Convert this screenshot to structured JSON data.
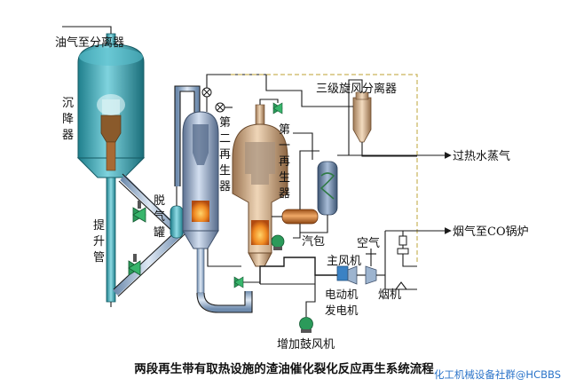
{
  "colors": {
    "settler": "#3aa9b8",
    "regen1": "#c9a27a",
    "regen2": "#8fa6c4",
    "fire": "#e8741e",
    "pipe": "#9fb8d6",
    "valve": "#2b9a5a",
    "drum": "#c86f2a",
    "dashed_line": "#c9b45a",
    "watermark": "#2b74c9"
  },
  "labels": {
    "oil_gas_to_separator": "油气至分离器",
    "settler": [
      "沉",
      "降",
      "器"
    ],
    "riser": [
      "提",
      "升",
      "管"
    ],
    "degassing_tank": [
      "脱",
      "气",
      "罐"
    ],
    "second_regenerator": [
      "第",
      "二",
      "再",
      "生",
      "器"
    ],
    "first_regenerator": [
      "第",
      "一",
      "再",
      "生",
      "器"
    ],
    "tertiary_cyclone": "三级旋风分离器",
    "superheated_steam": "过热水蒸气",
    "steam_drum": "汽包",
    "air": "空气",
    "flue_gas_to_co_boiler": "烟气至CO锅炉",
    "main_blower": "主风机",
    "motor_generator": [
      "电动机",
      "发电机"
    ],
    "flue_gas_turbine": "烟机",
    "booster_blower": "增加鼓风机"
  },
  "caption": "两段再生带有取热设施的渣油催化裂化反应再生系统流程",
  "watermark": "化工机械设备社群@HCBBS",
  "icons": [
    "valve-icon",
    "pump-icon",
    "arrow-icon"
  ]
}
